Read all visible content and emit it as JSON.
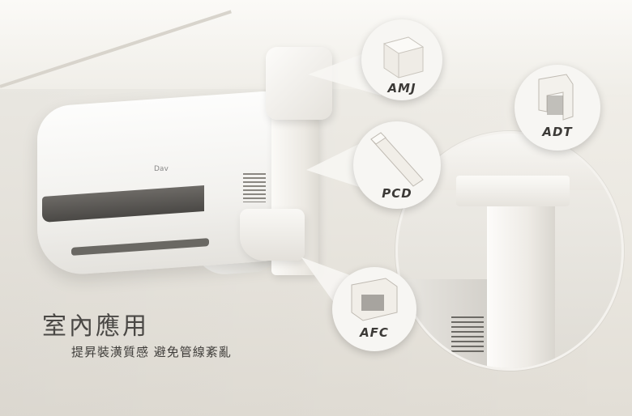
{
  "heading": "室內應用",
  "subheading": "提昇裝潢質感 避免管線紊亂",
  "ac_brand": "Dav",
  "callouts": [
    {
      "id": "amj",
      "label": "AMJ"
    },
    {
      "id": "adt",
      "label": "ADT"
    },
    {
      "id": "pcd",
      "label": "PCD"
    },
    {
      "id": "afc",
      "label": "AFC"
    }
  ],
  "colors": {
    "background": "#ebe8e1",
    "duct": "#f4f2ee",
    "label_text": "#3c3a37"
  }
}
